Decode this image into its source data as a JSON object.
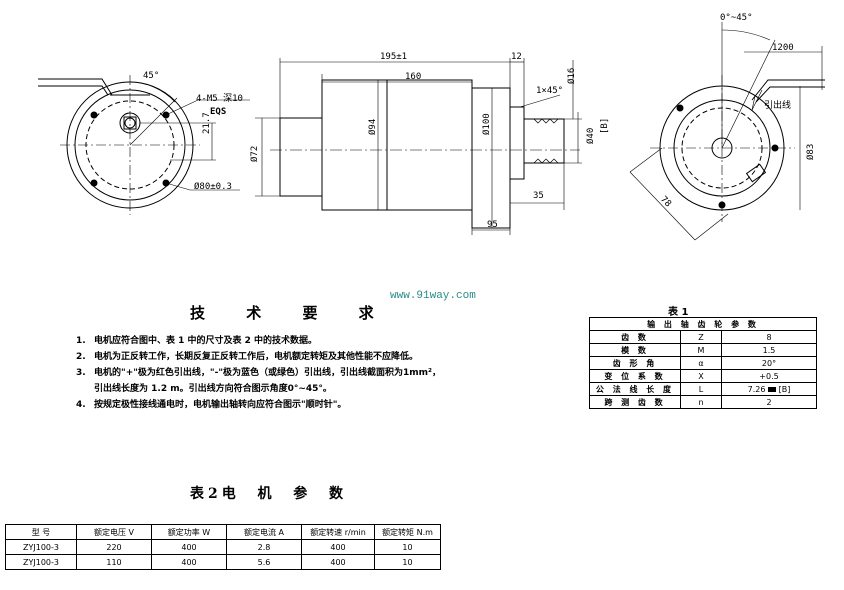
{
  "left_view": {
    "angle": "45°",
    "hole_note": "4-M5 深10",
    "eqs": "EQS",
    "dim_21_7": "21.7",
    "dim_80": "Ø80±0.3"
  },
  "side_view": {
    "len_total": "195±1",
    "len_body": "160",
    "len_12": "12",
    "dia_72": "Ø72",
    "dia_94": "Ø94",
    "dia_100": "Ø100",
    "chamfer": "1×45°",
    "shaft_16": "Ø16",
    "shaft_40": "Ø40",
    "b_mark": "[B]",
    "len_35": "35",
    "len_95": "95"
  },
  "right_view": {
    "angle": "0°~45°",
    "lead_len": "1200",
    "lead_label": "引出线",
    "dia_83": "Ø83",
    "dim_78": "78"
  },
  "website": "www.91way.com",
  "tech": {
    "title": "技 术 要 求",
    "items": [
      {
        "num": "1.",
        "text": "电机应符合图中、表 1 中的尺寸及表 2 中的技术数据。"
      },
      {
        "num": "2.",
        "text": "电机为正反转工作，长期反复正反转工作后，电机额定转矩及其他性能不应降低。"
      },
      {
        "num": "3.",
        "text": "电机的\"+\"极为红色引出线，\"-\"极为蓝色（或绿色）引出线，引出线截面积为1mm²，"
      },
      {
        "num": "",
        "text": "引出线长度为 1.2 m。引出线方向符合图示角度0°~45°。"
      },
      {
        "num": "4.",
        "text": "按规定极性接线通电时，电机输出轴转向应符合图示\"顺时针\"。"
      }
    ]
  },
  "table1": {
    "title": "表 1",
    "header": "输 出 轴 齿 轮 参 数",
    "rows": [
      [
        "齿 数",
        "Z",
        "8"
      ],
      [
        "模 数",
        "M",
        "1.5"
      ],
      [
        "齿 形 角",
        "α",
        "20°"
      ],
      [
        "变 位 系 数",
        "X",
        "+0.5"
      ],
      [
        "公 法 线 长 度",
        "L",
        "7.26"
      ],
      [
        "跨 测 齿 数",
        "n",
        "2"
      ]
    ],
    "b_mark": "[B]"
  },
  "table2": {
    "title": "表2电  机  参  数",
    "headers": [
      "型  号",
      "额定电压 V",
      "额定功率 W",
      "额定电流 A",
      "额定转速 r/min",
      "额定转矩 N.m"
    ],
    "rows": [
      [
        "ZYJ100-3",
        "220",
        "400",
        "2.8",
        "400",
        "10"
      ],
      [
        "ZYJ100-3",
        "110",
        "400",
        "5.6",
        "400",
        "10"
      ]
    ]
  }
}
